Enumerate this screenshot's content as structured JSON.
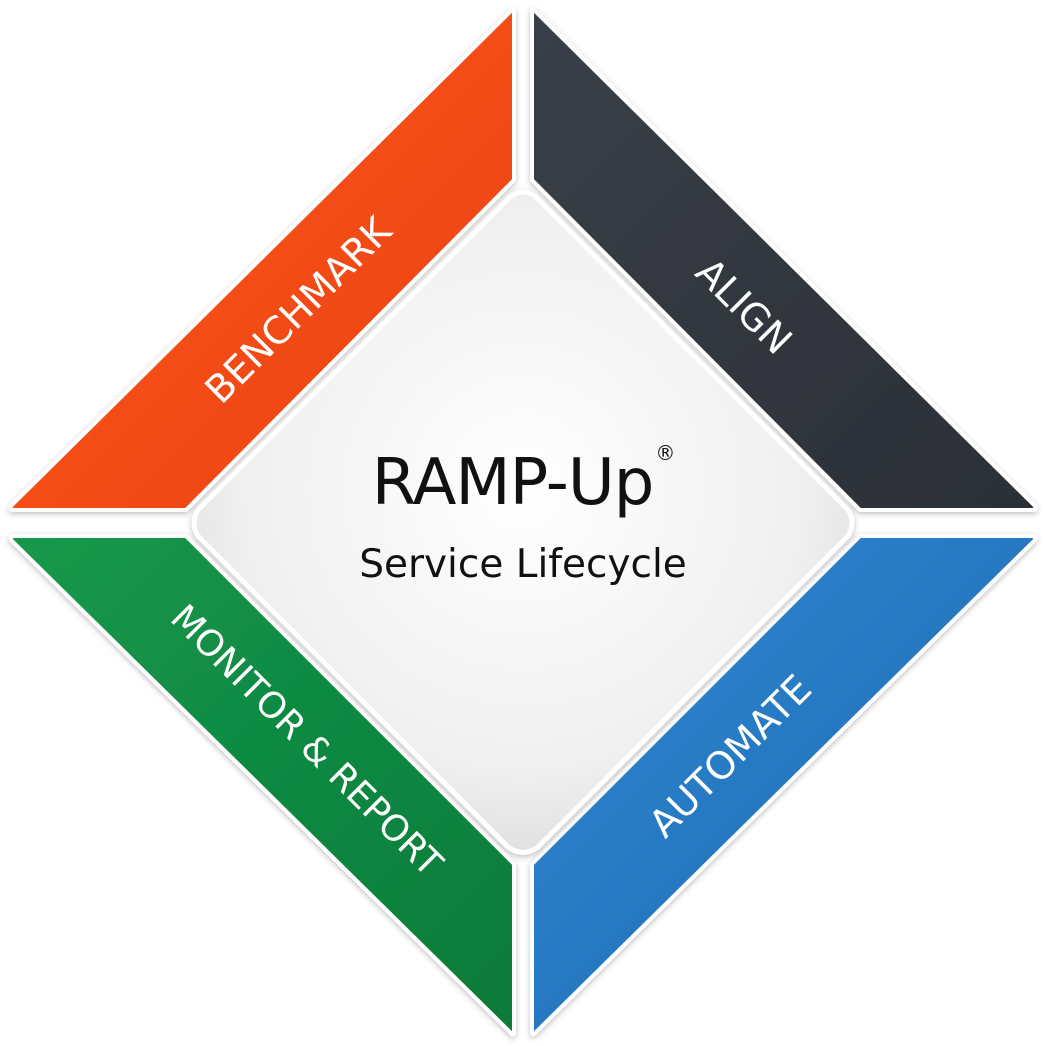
{
  "center": {
    "title": "RAMP-Up",
    "registered_mark": "®",
    "subtitle": "Service Lifecycle"
  },
  "segments": {
    "benchmark": {
      "label": "BENCHMARK",
      "color": "#fa4c12"
    },
    "align": {
      "label": "ALIGN",
      "color": "#343841"
    },
    "automate": {
      "label": "AUTOMATE",
      "color": "#2a7ec7"
    },
    "monitor": {
      "label": "MONITOR & REPORT",
      "color": "#0f8a43"
    }
  },
  "colors": {
    "center_fill": "#e8e8e8",
    "label_text": "#ffffff"
  }
}
